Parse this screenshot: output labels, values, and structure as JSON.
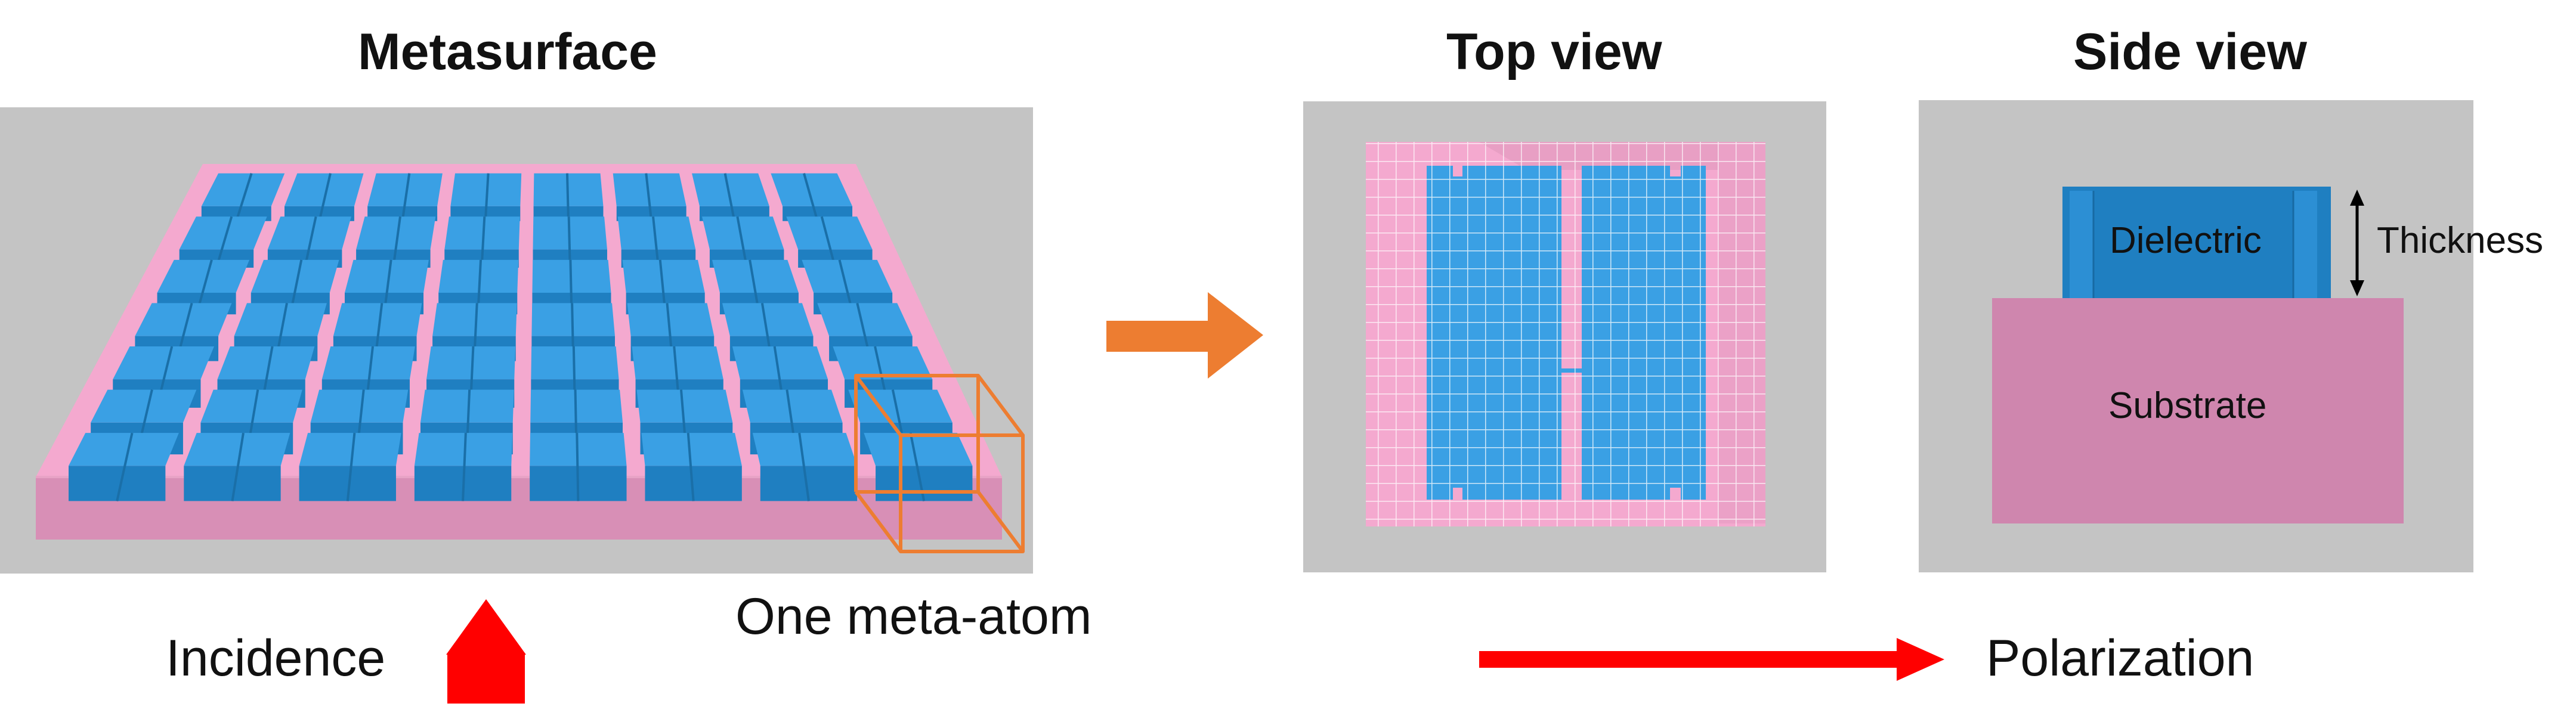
{
  "headings": {
    "metasurface": "Metasurface",
    "top_view": "Top view",
    "side_view": "Side view"
  },
  "labels": {
    "incidence": "Incidence",
    "one_meta_atom": "One meta-atom",
    "polarization": "Polarization",
    "dielectric": "Dielectric",
    "thickness": "Thickness",
    "substrate": "Substrate"
  },
  "colors": {
    "panel_gray": "#c4c4c4",
    "substrate_pink": "#f4a9cf",
    "substrate_side": "#d88fb6",
    "substrate_dark": "#cf86ae",
    "dielectric_blue": "#3aa0e4",
    "dielectric_dark": "#1f7fc1",
    "accent_orange": "#ed7d31",
    "arrow_red": "#ff0000"
  },
  "grid": {
    "rows": 7,
    "cols": 8
  }
}
